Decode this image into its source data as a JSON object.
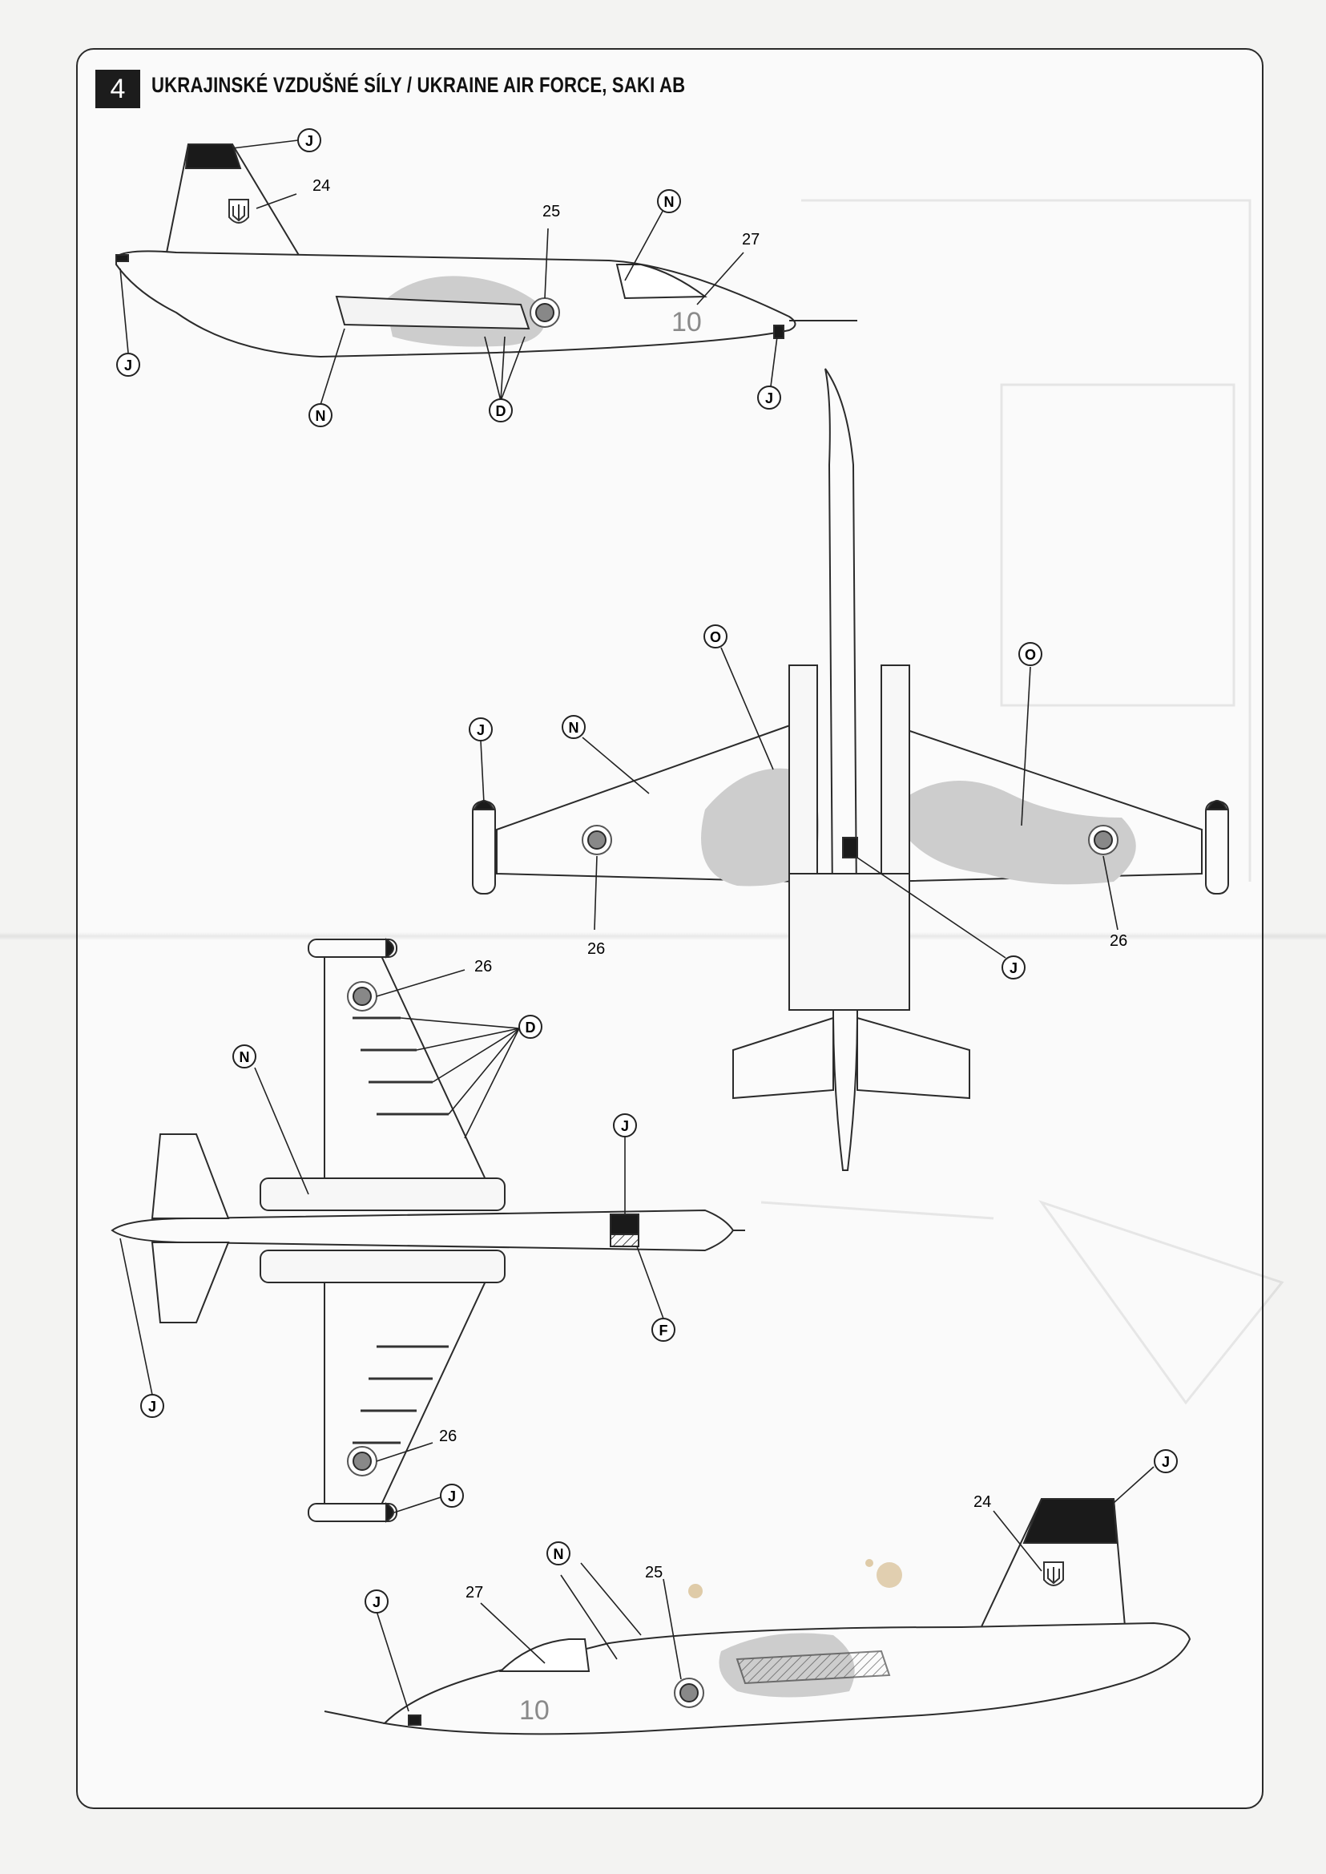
{
  "profile": {
    "number": "4",
    "title": "UKRAJINSKÉ VZDUŠNÉ SÍLY / UKRAINE AIR FORCE, SAKI AB"
  },
  "aircraft_code": "10",
  "callouts": {
    "J": "J",
    "N": "N",
    "D": "D",
    "O": "O",
    "F": "F"
  },
  "decal_numbers": {
    "n24": "24",
    "n25": "25",
    "n26": "26",
    "n27": "27"
  },
  "colors": {
    "camo_grey": "#cdcdcd",
    "line": "#2b2b2b",
    "roundel_ring": "#777777",
    "fin_tip": "#1a1a1a"
  }
}
